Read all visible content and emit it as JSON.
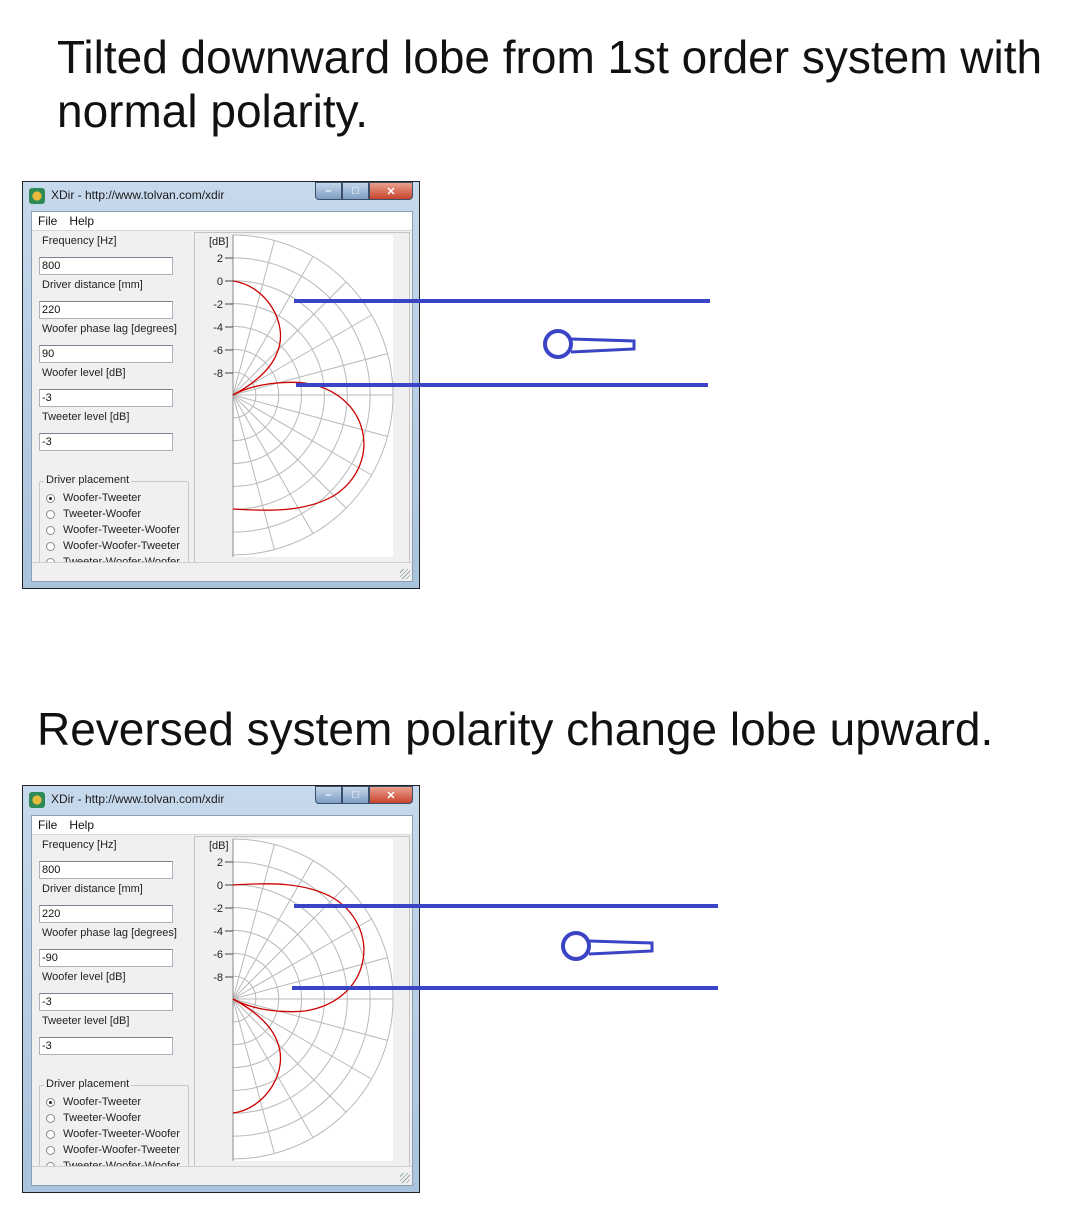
{
  "headings": {
    "top": "Tilted downward lobe from 1st order system with normal polarity.",
    "bottom": "Reversed system polarity change lobe upward."
  },
  "windows": [
    {
      "title": "XDir - http://www.tolvan.com/xdir",
      "menu": [
        "File",
        "Help"
      ],
      "fields": [
        {
          "label": "Frequency [Hz]",
          "value": "800"
        },
        {
          "label": "Driver distance [mm]",
          "value": "220"
        },
        {
          "label": "Woofer phase lag [degrees]",
          "value": "90"
        },
        {
          "label": "Woofer level [dB]",
          "value": "-3"
        },
        {
          "label": "Tweeter level [dB]",
          "value": "-3"
        }
      ],
      "placement_title": "Driver placement",
      "placements": [
        "Woofer-Tweeter",
        "Tweeter-Woofer",
        "Woofer-Tweeter-Woofer",
        "Woofer-Woofer-Tweeter",
        "Tweeter-Woofer-Woofer"
      ],
      "selected_placement": "Woofer-Tweeter",
      "lobe": "down"
    },
    {
      "title": "XDir - http://www.tolvan.com/xdir",
      "menu": [
        "File",
        "Help"
      ],
      "fields": [
        {
          "label": "Frequency [Hz]",
          "value": "800"
        },
        {
          "label": "Driver distance [mm]",
          "value": "220"
        },
        {
          "label": "Woofer phase lag [degrees]",
          "value": "-90"
        },
        {
          "label": "Woofer level [dB]",
          "value": "-3"
        },
        {
          "label": "Tweeter level [dB]",
          "value": "-3"
        }
      ],
      "placement_title": "Driver placement",
      "placements": [
        "Woofer-Tweeter",
        "Tweeter-Woofer",
        "Woofer-Tweeter-Woofer",
        "Woofer-Woofer-Tweeter",
        "Tweeter-Woofer-Woofer"
      ],
      "selected_placement": "Woofer-Tweeter",
      "lobe": "up"
    }
  ],
  "polar_plot": {
    "unit_label": "[dB]",
    "ticks": [
      "2",
      "0",
      "-2",
      "-4",
      "-6",
      "-8"
    ],
    "trace_color": "#cc0000",
    "grid_color": "#b9b9b9"
  },
  "annotation": {
    "color": "#3b44c4",
    "lines": [
      "upper",
      "lower"
    ],
    "listener_icon": "microphone-icon"
  },
  "colors": {
    "titlebar": "#b7cde4",
    "close_button": "#c7432c"
  }
}
